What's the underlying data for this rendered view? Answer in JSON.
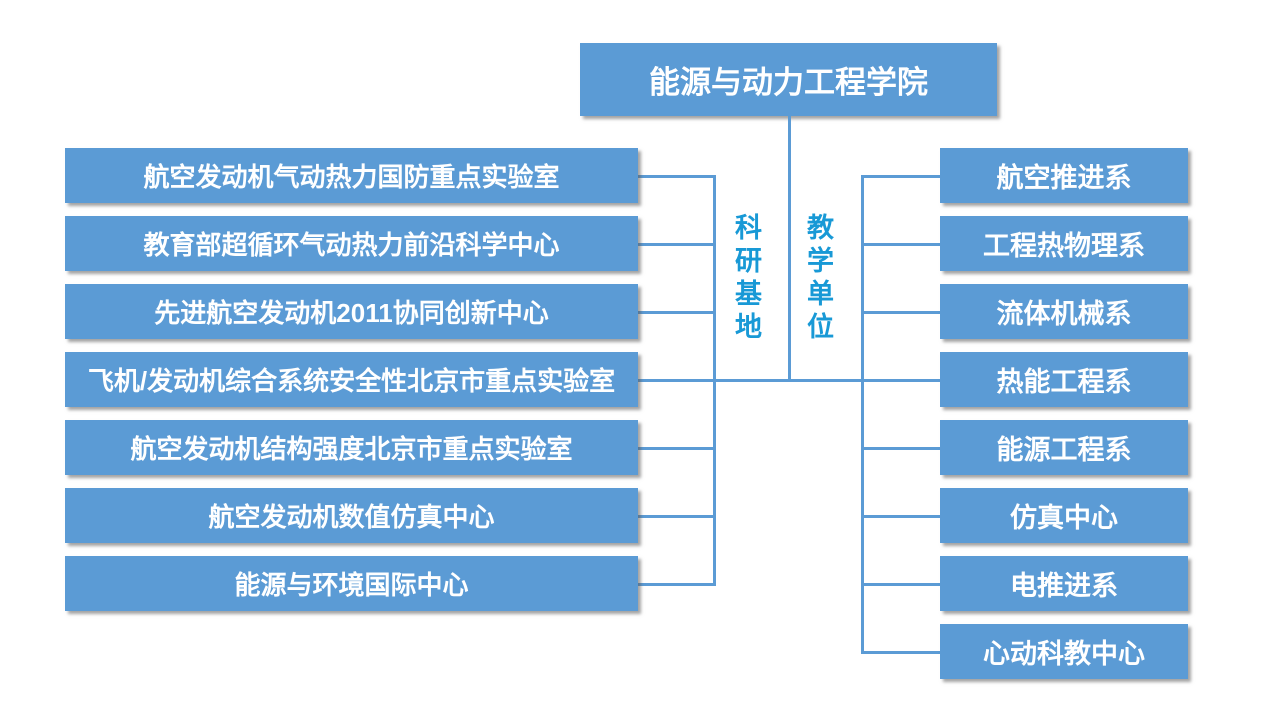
{
  "org": {
    "root_label": "能源与动力工程学院",
    "research": {
      "group_label": "科研基地",
      "items": [
        "航空发动机气动热力国防重点实验室",
        "教育部超循环气动热力前沿科学中心",
        "先进航空发动机2011协同创新中心",
        "飞机/发动机综合系统安全性北京市重点实验室",
        "航空发动机结构强度北京市重点实验室",
        "航空发动机数值仿真中心",
        "能源与环境国际中心"
      ]
    },
    "teaching": {
      "group_label": "教学单位",
      "items": [
        "航空推进系",
        "工程热物理系",
        "流体机械系",
        "热能工程系",
        "能源工程系",
        "仿真中心",
        "电推进系",
        "心动科教中心"
      ]
    },
    "colors": {
      "box_fill": "#5B9BD5",
      "box_text": "#FFFFFF",
      "connector_line": "#5B9BD5",
      "group_label_text": "#1899D6",
      "background": "#FFFFFF"
    }
  }
}
